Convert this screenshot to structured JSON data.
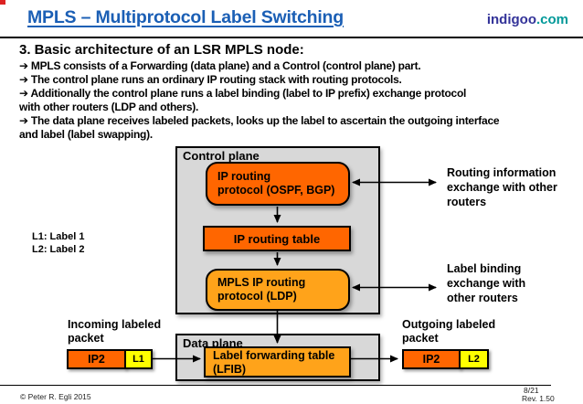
{
  "colors": {
    "title_blue": "#1b5fb5",
    "brand_indigo": "#333399",
    "brand_teal": "#009999",
    "box_orange": "#ff6600",
    "box_light_orange": "#ffa31a",
    "label_yellow": "#ffff00",
    "plane_gray": "#d8d8d8",
    "corner_red": "#dd2222"
  },
  "header": {
    "title": "MPLS – Multiprotocol Label Switching",
    "brand_name": "indigoo",
    "brand_tld": ".com"
  },
  "content": {
    "heading": "3. Basic architecture of an LSR MPLS node:",
    "bullets": [
      "➔ MPLS consists of a Forwarding (data plane) and a Control (control plane) part.",
      "➔ The control plane runs an ordinary IP routing stack with routing protocols.",
      "➔ Additionally the control plane runs a label binding (label to IP prefix) exchange protocol",
      "with other routers (LDP and others).",
      "➔ The data plane receives labeled packets, looks up the label to ascertain the outgoing interface",
      "and label (label swapping)."
    ]
  },
  "diagram": {
    "control_plane_label": "Control plane",
    "data_plane_label": "Data plane",
    "boxes": {
      "ip_routing_protocol": {
        "line1": "IP routing",
        "line2": "protocol (OSPF, BGP)"
      },
      "ip_routing_table": {
        "label": "IP routing table"
      },
      "mpls_ldp": {
        "line1": "MPLS IP routing",
        "line2": "protocol (LDP)"
      },
      "lfib": {
        "line1": "Label forwarding table",
        "line2": "(LFIB)"
      }
    },
    "annotations": {
      "routing_info": [
        "Routing information",
        "exchange with other",
        "routers"
      ],
      "label_binding": [
        "Label binding",
        "exchange with",
        "other routers"
      ],
      "legend": [
        "L1: Label 1",
        "L2: Label 2"
      ],
      "incoming": [
        "Incoming labeled",
        "packet"
      ],
      "outgoing": [
        "Outgoing labeled",
        "packet"
      ]
    },
    "packets": {
      "incoming": {
        "ip": "IP2",
        "label": "L1"
      },
      "outgoing": {
        "ip": "IP2",
        "label": "L2"
      }
    }
  },
  "footer": {
    "copyright": "© Peter R. Egli 2015",
    "page": "8/21",
    "revision": "Rev. 1.50"
  }
}
